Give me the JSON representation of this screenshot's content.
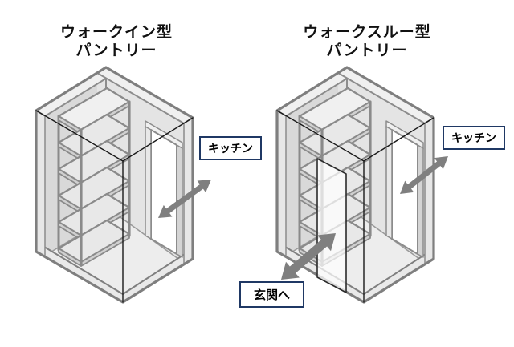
{
  "titles": {
    "left": {
      "line1": "ウォークイン型",
      "line2": "パントリー"
    },
    "right": {
      "line1": "ウォークスルー型",
      "line2": "パントリー"
    }
  },
  "labels": {
    "kitchen_left": "キッチン",
    "kitchen_right": "キッチン",
    "entrance": "玄関へ"
  },
  "colors": {
    "label_border": "#1f3864",
    "title_text": "#111111",
    "outline": "#7f7f7f",
    "outline_soft": "#8c8c8c",
    "wall_left": "#d9d9d9",
    "wall_right": "#e4e4e4",
    "wall_top": "#f0f0f0",
    "wall_edge": "#e7e7e7",
    "floor": "#ededed",
    "base_band": "#e9e9e9",
    "shelf_top": "#e8e8e8",
    "shelf_edge": "#d0d0d0",
    "shelf_frame": "#8a8a8a",
    "door_white": "#ffffff",
    "front_door_stroke": "#2b2b2b",
    "wire": "#1a1a1a",
    "arrow": "#7f7f7f"
  }
}
